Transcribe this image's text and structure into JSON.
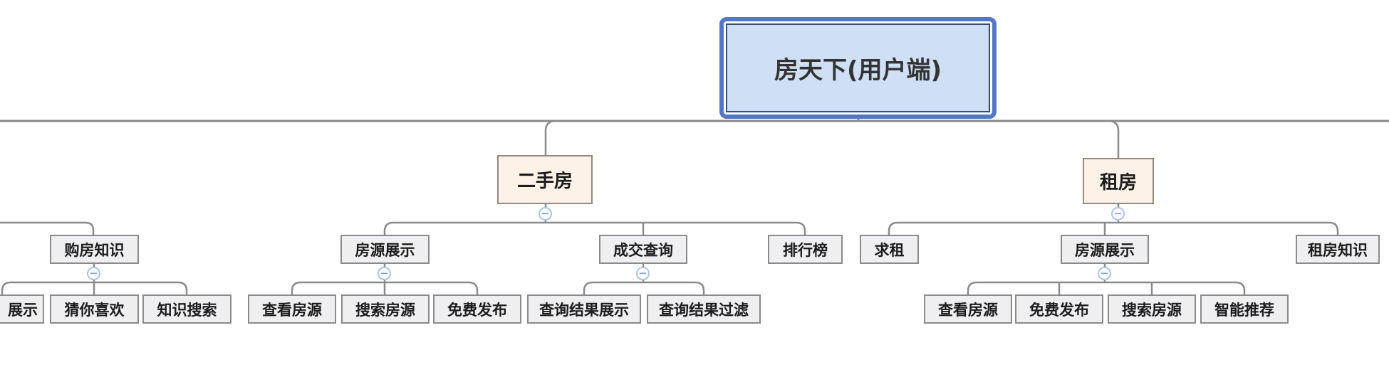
{
  "title": "房天下(用户端)",
  "root": {
    "label": "房天下(用户端)"
  },
  "branches": [
    {
      "label": "",
      "note": "parent node clipped off left edge of screen",
      "children": [
        {
          "label": "购房知识",
          "children": [
            {
              "label": "展示",
              "clipped": true
            },
            {
              "label": "猜你喜欢"
            },
            {
              "label": "知识搜索"
            }
          ]
        }
      ]
    },
    {
      "label": "二手房",
      "children": [
        {
          "label": "房源展示",
          "children": [
            {
              "label": "查看房源"
            },
            {
              "label": "搜索房源"
            },
            {
              "label": "免费发布"
            }
          ]
        },
        {
          "label": "成交查询",
          "children": [
            {
              "label": "查询结果展示"
            },
            {
              "label": "查询结果过滤"
            }
          ]
        },
        {
          "label": "排行榜",
          "children": []
        }
      ]
    },
    {
      "label": "租房",
      "children": [
        {
          "label": "求租",
          "children": []
        },
        {
          "label": "房源展示",
          "children": [
            {
              "label": "查看房源"
            },
            {
              "label": "免费发布"
            },
            {
              "label": "搜索房源"
            },
            {
              "label": "智能推荐"
            }
          ]
        },
        {
          "label": "租房知识",
          "children": []
        }
      ]
    }
  ],
  "icons": {
    "collapse": "−"
  },
  "colors": {
    "root_border": "#5377c5",
    "root_inner_border": "#3c4d72",
    "root_fill": "#cfe0f6",
    "level2_fill": "#fdf2e7",
    "level2_border": "#95897c",
    "node_fill": "#efeff1",
    "node_border": "#8a8a8a",
    "connector": "#8a8a8a",
    "collapse_border": "#aac3e8",
    "collapse_glyph": "#8ba6cf"
  }
}
